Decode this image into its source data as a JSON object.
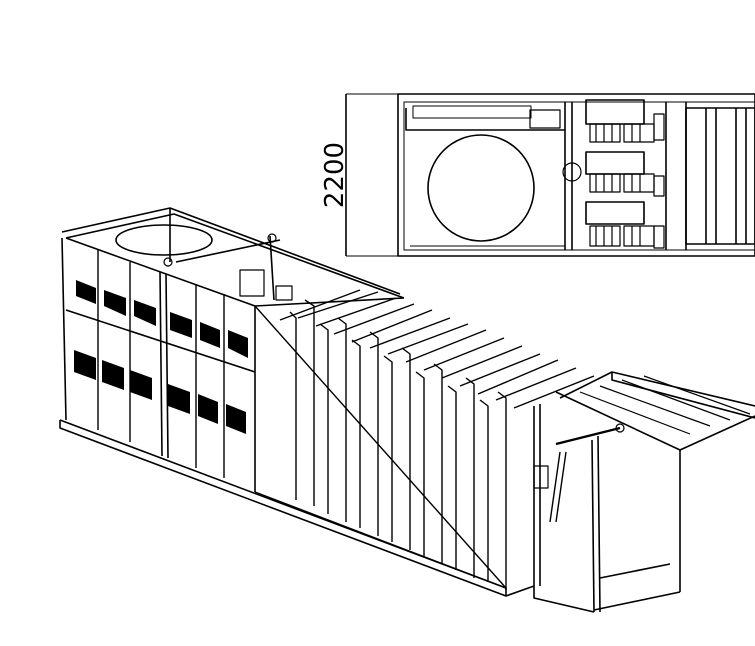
{
  "drawing": {
    "dimension_label": "2200",
    "colors": {
      "line": "#000000",
      "background": "#ffffff"
    },
    "views": {
      "plan": "top-view",
      "iso": "isometric-view"
    }
  }
}
